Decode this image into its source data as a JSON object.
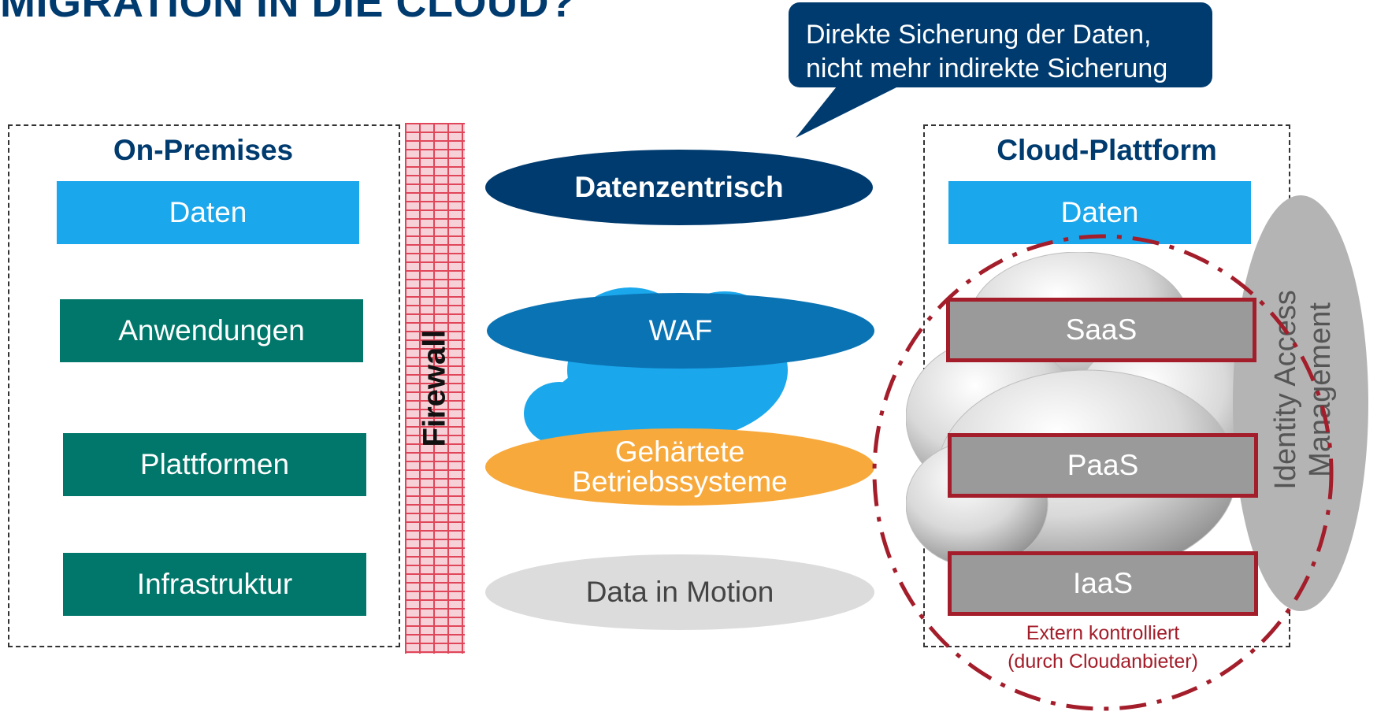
{
  "title": "MIGRATION IN DIE CLOUD?",
  "callout": {
    "line1": "Direkte Sicherung der Daten,",
    "line2": "nicht mehr indirekte Sicherung"
  },
  "on_premises": {
    "title": "On-Premises",
    "layers": [
      "Daten",
      "Anwendungen",
      "Plattformen",
      "Infrastruktur"
    ]
  },
  "firewall": {
    "label": "Firewall"
  },
  "middle": {
    "ellipses": [
      {
        "label": "Datenzentrisch",
        "color": "#003b6f"
      },
      {
        "label": "WAF",
        "color": "#0a73b4"
      },
      {
        "label_line1": "Gehärtete",
        "label_line2": "Betriebssysteme",
        "color": "#f7a93b"
      },
      {
        "label": "Data in Motion",
        "color": "#dcdcdc"
      }
    ]
  },
  "cloud_platform": {
    "title": "Cloud-Plattform",
    "data_layer": "Daten",
    "services": [
      "SaaS",
      "PaaS",
      "IaaS"
    ],
    "iam_line1": "Identity Access",
    "iam_line2": "Management",
    "external_line1": "Extern kontrolliert",
    "external_line2": "(durch Cloudanbieter)"
  },
  "colors": {
    "navy": "#003b6f",
    "light_blue": "#1aa7ec",
    "teal": "#00776a",
    "dark_red": "#a31d2a",
    "grey": "#9a9a9a"
  }
}
